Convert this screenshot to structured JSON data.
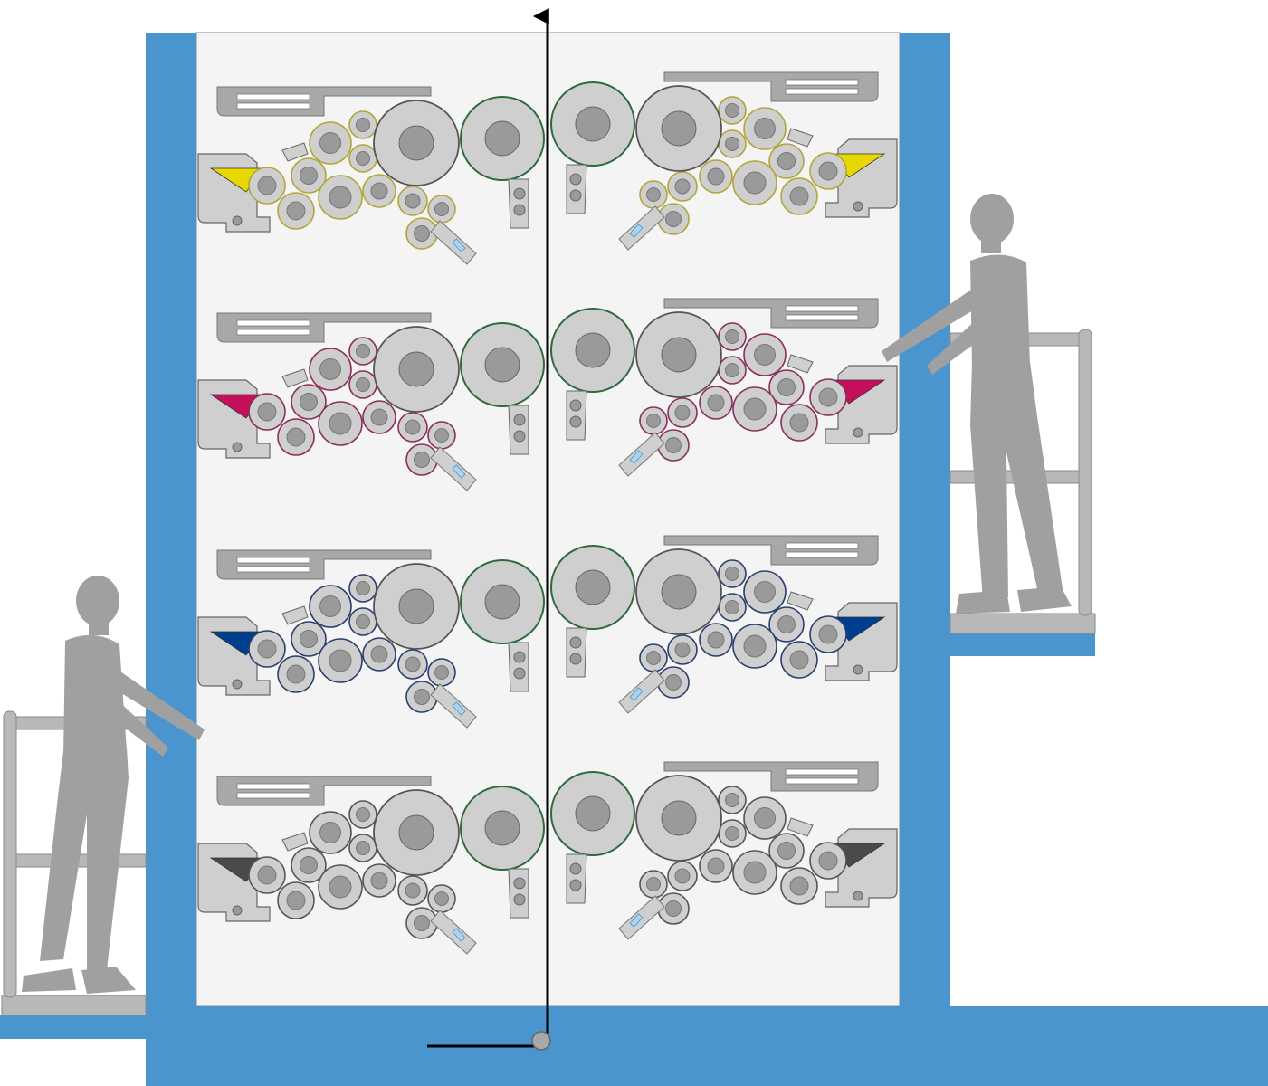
{
  "diagram": {
    "units_top_to_bottom": [
      {
        "ink": "yellow",
        "color": "#e6d800",
        "ring": "#b3a53a"
      },
      {
        "ink": "magenta",
        "color": "#c4105c",
        "ring": "#8a2e5a"
      },
      {
        "ink": "cyan",
        "color": "#003f8f",
        "ring": "#2a3f6e"
      },
      {
        "ink": "black",
        "color": "#4a4a4a",
        "ring": "#555555"
      }
    ],
    "colors": {
      "frame_blue": "#4a95cd",
      "machine_background": "#f4f4f4",
      "roller_fill": "#cfcfcf",
      "roller_core": "#9a9a9a",
      "parts_gray": "#a8a8a8",
      "blanket_cylinder_ring": "#2e6a3c",
      "operator_gray": "#a0a0a0",
      "web_path": "#000000"
    },
    "web_direction": "upward",
    "operator_platforms": [
      "left-low",
      "right-high"
    ]
  }
}
